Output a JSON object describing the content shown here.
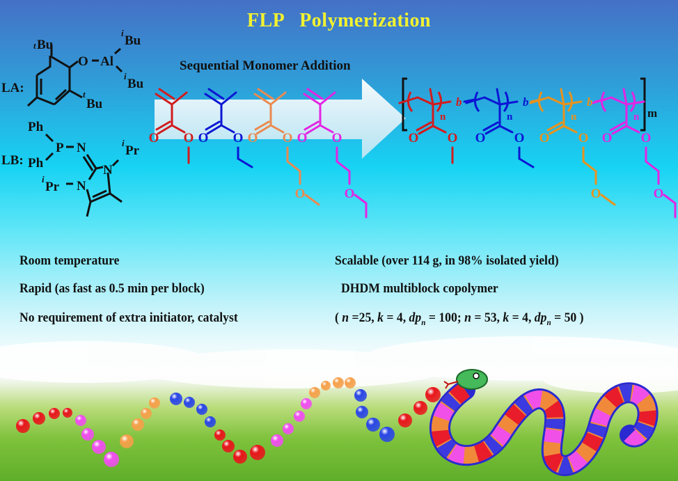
{
  "title": "FLP   Polymerization",
  "arrow_label": "Sequential Monomer Addition",
  "lewis_acid": {
    "label": "LA:",
    "tBu": "Bu",
    "iBu": "Bu",
    "t": "t",
    "i": "i",
    "O": "O",
    "Al": "Al"
  },
  "lewis_base": {
    "label": "LB:",
    "Ph": "Ph",
    "P": "P",
    "N": "N",
    "iPr": "Pr",
    "i": "i"
  },
  "atoms": {
    "O": "O"
  },
  "polymer": {
    "block_link": "b",
    "repeat_n": "n",
    "repeat_m": "m"
  },
  "colors": {
    "red": "#d21c1e",
    "blue": "#0c16d4",
    "orange_monomer": "#ea8a50",
    "orange_polymer": "#e8921e",
    "magenta": "#e424e4",
    "title": "#f2f230"
  },
  "monomers": [
    {
      "color": "red",
      "side_chain": "methyl"
    },
    {
      "color": "blue",
      "side_chain": "ethyl"
    },
    {
      "color": "orange_monomer",
      "side_chain": "methoxyethyl"
    },
    {
      "color": "magenta",
      "side_chain": "ethoxyethyl"
    }
  ],
  "blocks": [
    {
      "color": "red",
      "side_chain": "methyl"
    },
    {
      "color": "blue",
      "side_chain": "ethyl"
    },
    {
      "color": "orange_polymer",
      "side_chain": "methoxyethyl"
    },
    {
      "color": "magenta",
      "side_chain": "ethoxyethyl"
    }
  ],
  "features_left": [
    "Room temperature",
    "Rapid (as fast as 0.5 min per block)",
    "No requirement of extra initiator, catalyst"
  ],
  "features_right": {
    "scalable": "Scalable (over 114 g, in 98% isolated yield)",
    "copolymer": "DHDM multiblock copolymer",
    "params": {
      "open": "( ",
      "n_sym": "n",
      "n1": " =25, ",
      "k_sym": "k",
      "k1": " = 4, ",
      "dp_sym": "dp",
      "dp_sub": "n",
      "dp1": " = 100; ",
      "n2": " = 53, ",
      "k2": " = 4, ",
      "dp2": " = 50 )"
    }
  },
  "beads": {
    "red": "#e8161c",
    "magenta": "#f04ef0",
    "orange": "#f5a04a",
    "blue": "#2a46e6"
  }
}
